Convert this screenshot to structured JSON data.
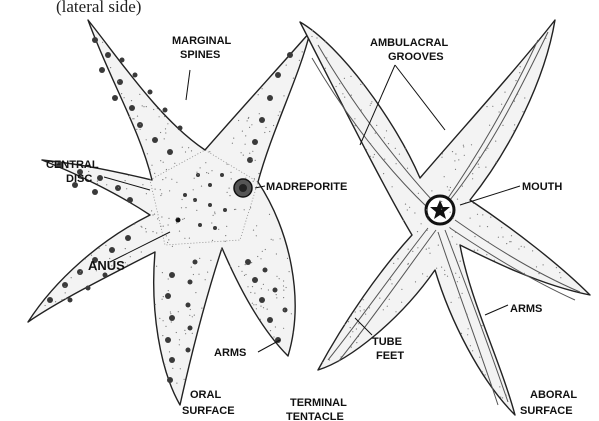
{
  "caption_top": "(lateral side)",
  "labels": {
    "marginal_spines_1": "MARGINAL",
    "marginal_spines_2": "SPINES",
    "central_disc_1": "CENTRAL",
    "central_disc_2": "DISC",
    "madreporite": "MADREPORITE",
    "anus": "ANUS",
    "arms_left": "ARMS",
    "oral_surface_1": "ORAL",
    "oral_surface_2": "SURFACE",
    "terminal_tentacle_1": "TERMINAL",
    "terminal_tentacle_2": "TENTACLE",
    "ambulacral_grooves_1": "AMBULACRAL",
    "ambulacral_grooves_2": "GROOVES",
    "mouth": "MOUTH",
    "arms_right": "ARMS",
    "tube_feet_1": "TUBE",
    "tube_feet_2": "FEET",
    "aboral_surface_1": "ABORAL",
    "aboral_surface_2": "SURFACE"
  }
}
